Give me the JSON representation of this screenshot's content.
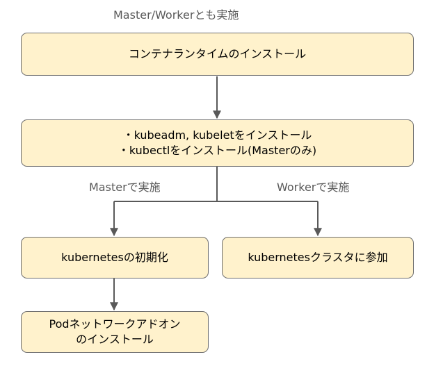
{
  "labels": {
    "top": "Master/Workerとも実施",
    "master": "Masterで実施",
    "worker": "Workerで実施"
  },
  "boxes": {
    "runtime": "コンテナランタイムのインストール",
    "tools": {
      "line1": "・kubeadm, kubeletをインストール",
      "line2": "・kubectlをインストール(Masterのみ)"
    },
    "init": "kubernetesの初期化",
    "join": "kubernetesクラスタに参加",
    "network": {
      "line1": "Podネットワークアドオン",
      "line2": "のインストール"
    }
  },
  "colors": {
    "box_fill": "#fff2cc",
    "box_border": "#6e6e6e",
    "connector": "#595959",
    "label_text": "#595959"
  }
}
